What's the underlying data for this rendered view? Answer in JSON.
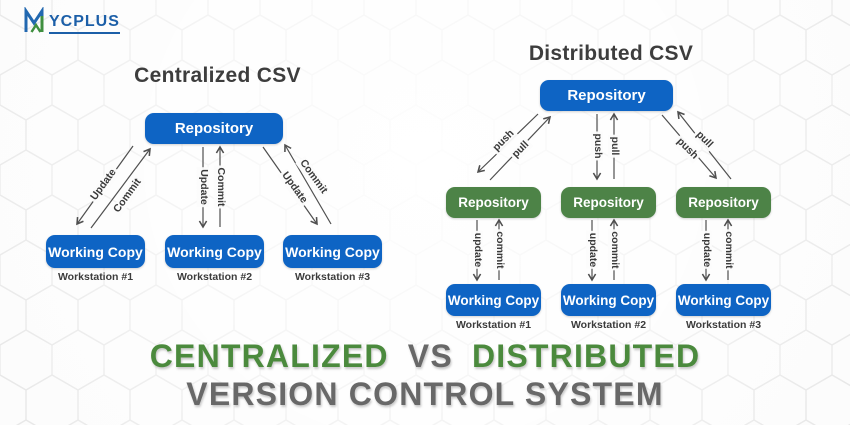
{
  "logo": {
    "monogram": "M",
    "text": "YCPLUS"
  },
  "colors": {
    "box_blue": "#0e64c4",
    "box_green": "#4d8347",
    "title_green": "#4b8a3d",
    "title_gray": "#686868",
    "arrow_gray": "#4f4f4f"
  },
  "centralized": {
    "title": "Centralized CSV",
    "repository": "Repository",
    "working_copies": [
      {
        "label": "Working Copy",
        "caption": "Workstation #1"
      },
      {
        "label": "Working Copy",
        "caption": "Workstation #2"
      },
      {
        "label": "Working Copy",
        "caption": "Workstation #3"
      }
    ],
    "arrows": {
      "pair1": {
        "update": "Update",
        "commit": "Commit"
      },
      "pair2": {
        "update": "Update",
        "commit": "Commit"
      },
      "pair3": {
        "update": "Update",
        "commit": "Commit"
      }
    }
  },
  "distributed": {
    "title": "Distributed CSV",
    "central_repository": "Repository",
    "local_repositories": [
      {
        "label": "Repository"
      },
      {
        "label": "Repository"
      },
      {
        "label": "Repository"
      }
    ],
    "working_copies": [
      {
        "label": "Working Copy",
        "caption": "Workstation #1"
      },
      {
        "label": "Working Copy",
        "caption": "Workstation #2"
      },
      {
        "label": "Working Copy",
        "caption": "Workstation #3"
      }
    ],
    "sync_arrows": {
      "pair1": {
        "push": "push",
        "pull": "pull"
      },
      "pair2": {
        "push": "push",
        "pull": "pull"
      },
      "pair3": {
        "push": "push",
        "pull": "pull"
      }
    },
    "local_arrows": {
      "pair1": {
        "update": "update",
        "commit": "commit"
      },
      "pair2": {
        "update": "update",
        "commit": "commit"
      },
      "pair3": {
        "update": "update",
        "commit": "commit"
      }
    }
  },
  "footer": {
    "line1_left": "CENTRALIZED",
    "line1_mid": "VS",
    "line1_right": "DISTRIBUTED",
    "line2": "VERSION CONTROL SYSTEM"
  }
}
